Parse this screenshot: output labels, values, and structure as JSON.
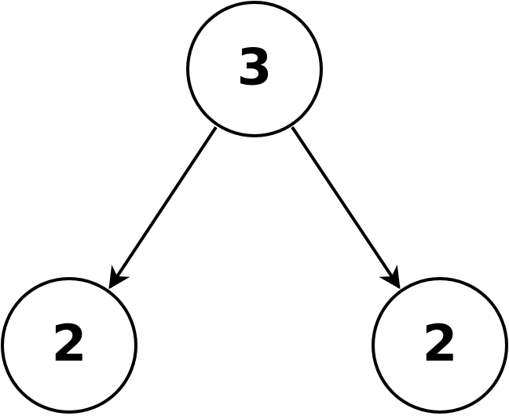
{
  "diagram": {
    "nodes": {
      "top": {
        "label": "3"
      },
      "left": {
        "label": "2"
      },
      "right": {
        "label": "2"
      }
    },
    "edges": [
      {
        "from": "top",
        "to": "left"
      },
      {
        "from": "top",
        "to": "right"
      }
    ],
    "colors": {
      "stroke": "#000000",
      "fill": "#ffffff"
    }
  }
}
